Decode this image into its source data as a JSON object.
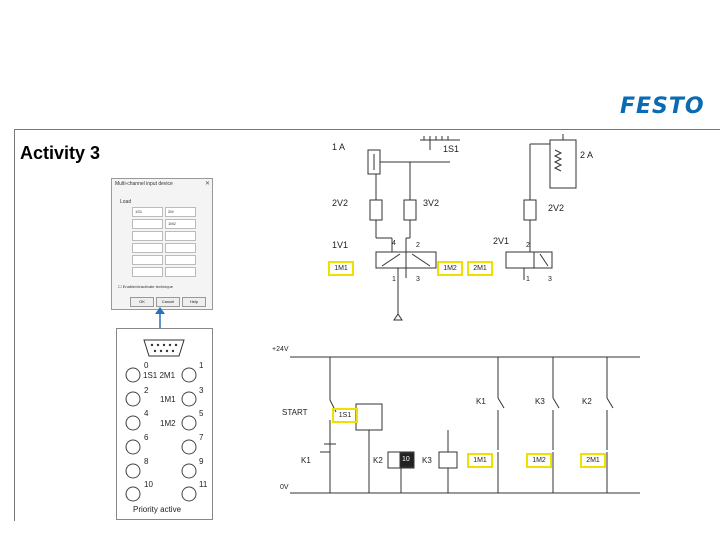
{
  "brand": {
    "logo": "FESTO",
    "color": "#0a6ab2"
  },
  "slide": {
    "title": "Activity 3"
  },
  "dialog": {
    "title": "Multi-channel input device",
    "group_label": "Load",
    "cells": [
      "1S1",
      "2M",
      "",
      "1M2",
      "",
      "",
      "",
      "",
      "",
      "",
      "",
      ""
    ],
    "checkbox_label": "Enable/deactivate technique",
    "buttons": [
      "OK",
      "Cancel",
      "Help"
    ]
  },
  "io_module": {
    "left_numbers": [
      "0",
      "2",
      "4",
      "6",
      "8",
      "10"
    ],
    "right_numbers": [
      "1",
      "3",
      "5",
      "7",
      "9",
      "11"
    ],
    "row_labels": [
      "1S1 2M1",
      "1M1",
      "1M2",
      "",
      "",
      ""
    ],
    "footer": "Priority active"
  },
  "pneumatic": {
    "cyl1": "1 A",
    "sensor": "1S1",
    "cyl2": "2 A",
    "v_2v2_left": "2V2",
    "v_3v2": "3V2",
    "v_2v2_right": "2V2",
    "valve1": "1V1",
    "valve2": "2V1",
    "port_4": "4",
    "port_2a": "2",
    "port_2b": "2",
    "port_1a": "1",
    "port_3a": "3",
    "port_1b": "1",
    "port_3b": "3",
    "sol_1m1": "1M1",
    "sol_1m2": "1M2",
    "sol_2m1": "2M1"
  },
  "electrical": {
    "supply_pos": "+24V",
    "supply_neg": "0V",
    "start": "START",
    "sensor": "1S1",
    "k1_contact": "K1",
    "k3_contact": "K3",
    "k2_contact": "K2",
    "k1_coil": "K1",
    "k2_coil": "K2",
    "k3_coil": "K3",
    "timer_value": "10",
    "coil_1m1": "1M1",
    "coil_1m2": "1M2",
    "coil_2m1": "2M1"
  },
  "highlight_color": "#f0e000"
}
